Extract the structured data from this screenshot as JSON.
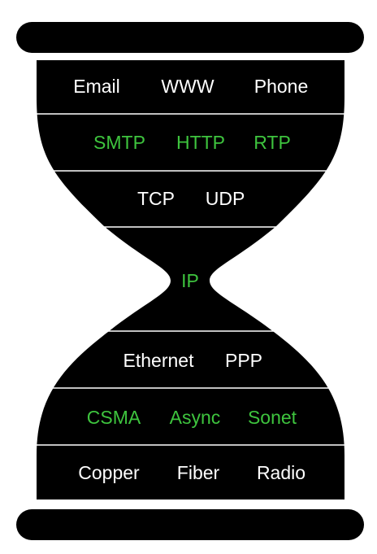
{
  "colors": {
    "body": "#000000",
    "background": "#ffffff",
    "white_text": "#ffffff",
    "green_text": "#3ec43e",
    "divider": "#ffffff"
  },
  "layers": [
    {
      "id": "applications",
      "color": "white",
      "items": [
        "Email",
        "WWW",
        "Phone"
      ]
    },
    {
      "id": "app-protocols",
      "color": "green",
      "items": [
        "SMTP",
        "HTTP",
        "RTP"
      ]
    },
    {
      "id": "transport",
      "color": "white",
      "items": [
        "TCP",
        "UDP"
      ]
    },
    {
      "id": "network",
      "color": "green",
      "items": [
        "IP"
      ]
    },
    {
      "id": "link",
      "color": "white",
      "items": [
        "Ethernet",
        "PPP"
      ]
    },
    {
      "id": "access",
      "color": "green",
      "items": [
        "CSMA",
        "Async",
        "Sonet"
      ]
    },
    {
      "id": "physical",
      "color": "white",
      "items": [
        "Copper",
        "Fiber",
        "Radio"
      ]
    }
  ]
}
